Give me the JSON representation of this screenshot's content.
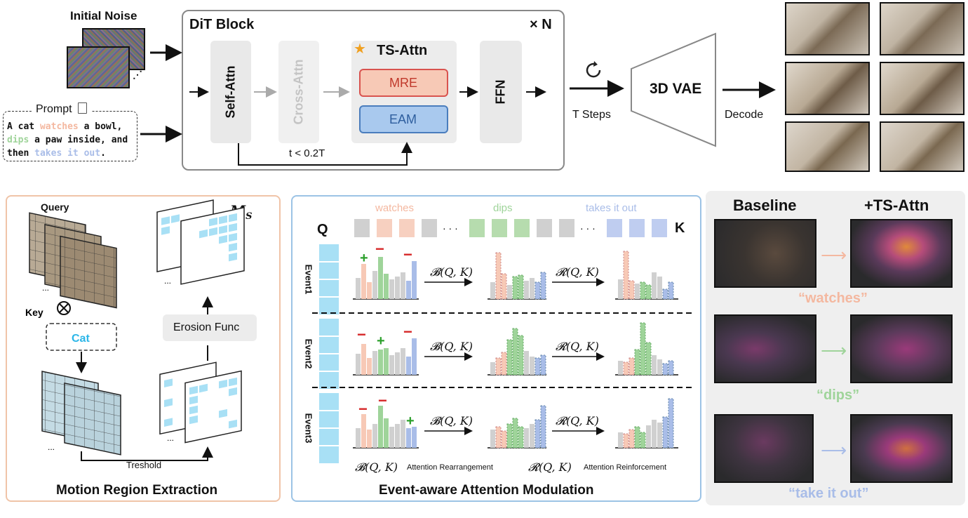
{
  "top": {
    "initial_noise": "Initial Noise",
    "prompt_label": "Prompt",
    "prompt_line1_a": "A cat ",
    "prompt_line1_b": "watches",
    "prompt_line1_c": " a bowl,",
    "prompt_line2_a": "dips",
    "prompt_line2_b": " a paw inside, and",
    "prompt_line3_a": "then ",
    "prompt_line3_b": "takes it out",
    "prompt_line3_c": ".",
    "dit_block": "DiT Block",
    "times_n": "× N",
    "self_attn": "Self-Attn",
    "cross_attn": "Cross-Attn",
    "ts_attn": "TS-Attn",
    "mre": "MRE",
    "eam": "EAM",
    "ffn": "FFN",
    "t_cond": "t < 0.2T",
    "t_steps": "T Steps",
    "vae": "3D VAE",
    "decode": "Decode"
  },
  "mre_panel": {
    "title": "Motion Region Extraction",
    "query": "Query",
    "key": "Key",
    "cat": "Cat",
    "ms": "M",
    "ms_sub": "S",
    "erosion": "Erosion Func",
    "threshold": "Treshold",
    "ellipsis": "..."
  },
  "eam_panel": {
    "title": "Event-aware Attention Modulation",
    "q": "Q",
    "k": "K",
    "w1": "watches",
    "w2": "dips",
    "w3": "takes it out",
    "events": [
      "Event1",
      "Event2",
      "Event3"
    ],
    "b_op": "𝓑(Q, K)",
    "r_op": "𝓡(Q, K)",
    "legend_b": "Attention Rearrangement",
    "legend_r": "Attention Reinforcement",
    "plus": "+",
    "minus": "−",
    "dots": "· · ·"
  },
  "compare": {
    "baseline": "Baseline",
    "ts_attn": "+TS-Attn",
    "q1": "“watches”",
    "q2": "“dips”",
    "q3": "“take it out”"
  },
  "colors": {
    "watches": "#f4b8a0",
    "dips": "#9fd49a",
    "takes": "#a9bde8",
    "mre_fill": "#f7c9b6",
    "mre_border": "#d9534f",
    "eam_fill": "#a9c9ee",
    "eam_border": "#4a7dbd",
    "cyan": "#a8e0f5",
    "panel_left_border": "#f0c4a8",
    "panel_mid_border": "#9cc3e5"
  }
}
